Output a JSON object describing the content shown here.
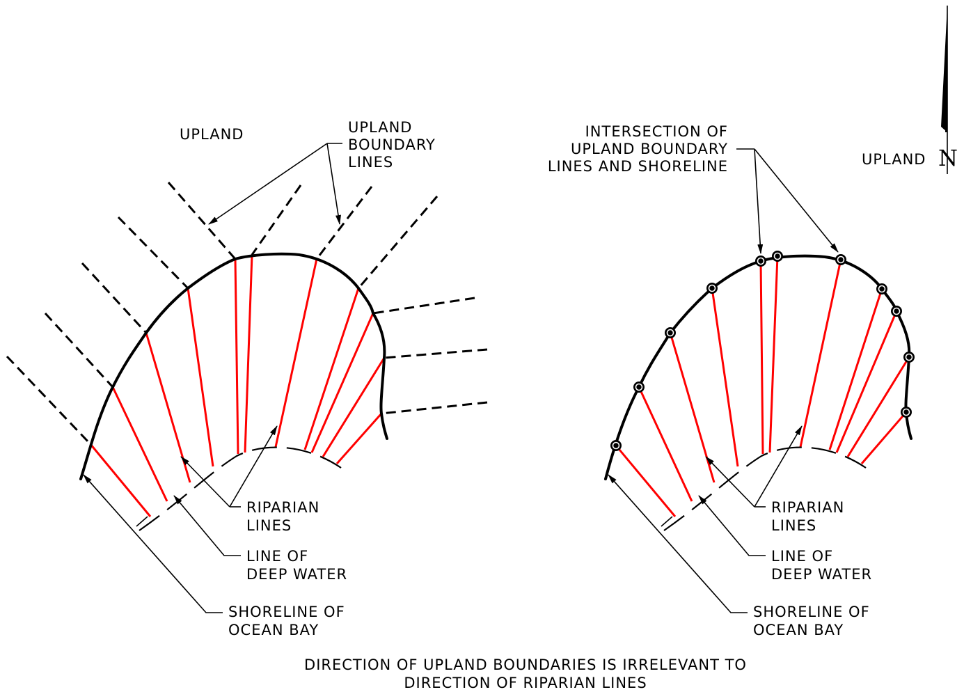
{
  "left_panel": {
    "upland": "UPLAND",
    "boundary_label": [
      "UPLAND",
      "BOUNDARY",
      "LINES"
    ],
    "riparian_label": [
      "RIPARIAN",
      "LINES"
    ],
    "deep_water_label": [
      "LINE OF",
      "DEEP WATER"
    ],
    "shoreline_label": [
      "SHORELINE OF",
      "OCEAN BAY"
    ]
  },
  "right_panel": {
    "upland": "UPLAND",
    "intersection_label": [
      "INTERSECTION OF",
      "UPLAND BOUNDARY",
      "LINES AND SHORELINE"
    ],
    "riparian_label": [
      "RIPARIAN",
      "LINES"
    ],
    "deep_water_label": [
      "LINE OF",
      "DEEP WATER"
    ],
    "shoreline_label": [
      "SHORELINE OF",
      "OCEAN BAY"
    ]
  },
  "north_arrow": {
    "label": "N"
  },
  "caption": [
    "DIRECTION OF UPLAND BOUNDARIES IS IRRELEVANT TO",
    "DIRECTION OF RIPARIAN LINES"
  ],
  "colors": {
    "riparian": "#ff0000",
    "lines": "#000000"
  }
}
